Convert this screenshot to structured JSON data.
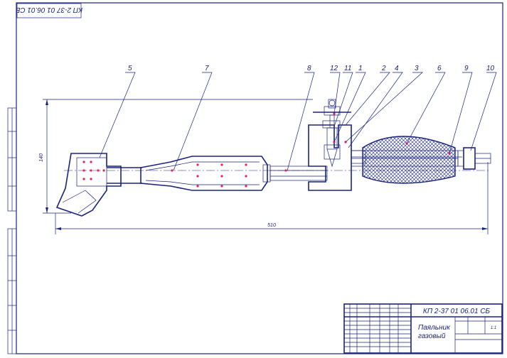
{
  "stamp_top": "КП 2-37 01 06.01 СБ",
  "document_code": "КП 2-37 01 06.01 СБ",
  "document_title_line1": "Паяльник",
  "document_title_line2": "газовый",
  "sheet_scale": "1:1",
  "dimension_length": "510",
  "dimension_height": "140",
  "callouts": [
    "5",
    "7",
    "8",
    "12",
    "11",
    "1",
    "2",
    "4",
    "3",
    "6",
    "9",
    "10"
  ],
  "colors": {
    "line": "#1a237e",
    "hatch_mark": "#e91e63"
  }
}
